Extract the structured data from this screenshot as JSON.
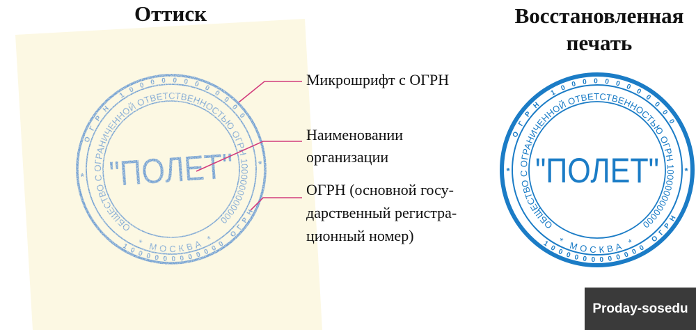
{
  "titles": {
    "impression": "Оттиск",
    "restored_line1": "Восстановленная",
    "restored_line2": "печать"
  },
  "callouts": {
    "microfont": "Микрошрифт с ОГРН",
    "org_name_line1": "Наименовании",
    "org_name_line2": "организации",
    "ogrn_line1": "ОГРН (основной госу-",
    "ogrn_line2": "дарственный регистра-",
    "ogrn_line3": "ционный номер)"
  },
  "seal": {
    "company_arc": "ОБЩЕСТВО С ОГРАНИЧЕННОЙ ОТВЕТСТВЕННОСТЬЮ ОГРН 1000000000000",
    "city_arc": "* МОСКВА *",
    "org_name": "\"ПОЛЕТ\"",
    "micro_top": "ОГРН 1000000000000",
    "micro_bottom": "1000000000000 ОГРН",
    "star": "*"
  },
  "watermark": "Proday-sosedu",
  "colors": {
    "impression_ink": "#4a86cf",
    "seal_ink": "#1b7cc6",
    "paper": "#fcf8e3",
    "callout_line": "#d23c7c",
    "watermark_bg": "#3a3a3a"
  }
}
